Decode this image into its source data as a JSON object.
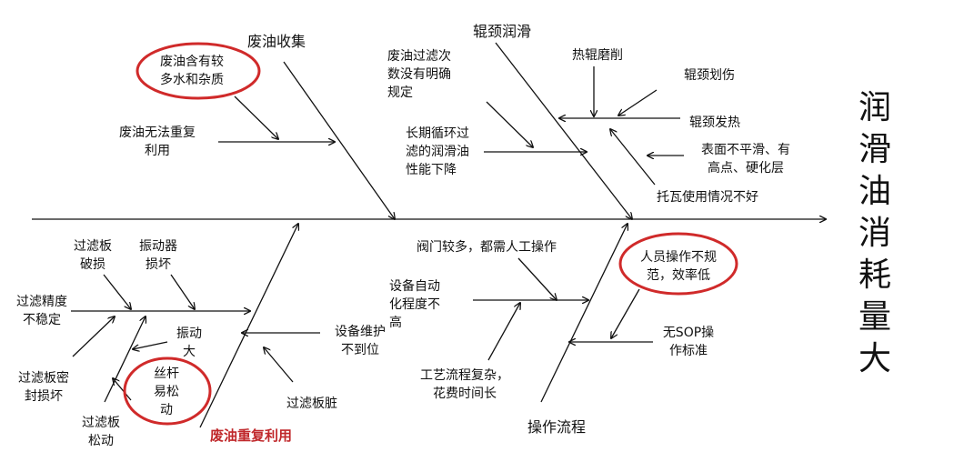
{
  "effect": "润\n滑\n油\n消\n耗\n量\n大",
  "colors": {
    "line": "#111111",
    "highlight_circle": "#d02a2a",
    "highlight_text": "#c0282b"
  },
  "categories": {
    "waste_oil_collection": "废油收集",
    "roll_neck_lubrication": "辊颈润滑",
    "waste_oil_reuse": "废油重复利用",
    "operation_process": "操作流程"
  },
  "causes": {
    "waste_oil_water_impurities": "废油含有较\n多水和杂质",
    "waste_oil_not_reusable": "废油无法重复\n利用",
    "filter_count_unclear": "废油过滤次\n数没有明确\n规定",
    "long_cycle_degradation": "长期循环过\n滤的润滑油\n性能下降",
    "hot_roll_grinding": "热辊磨削",
    "roll_neck_scratch": "辊颈划伤",
    "roll_neck_heating": "辊颈发热",
    "uneven_surface": "表面不平滑、有\n高点、硬化层",
    "bearing_usage_poor": "托瓦使用情况不好",
    "filter_plate_damaged": "过滤板\n破损",
    "vibrator_damaged": "振动器\n损坏",
    "filter_precision_unstable": "过滤精度\n不稳定",
    "vibration_large": "振动\n大",
    "filter_seal_damaged": "过滤板密\n封损坏",
    "screw_loose": "丝杆\n易松\n动",
    "filter_plate_loose": "过滤板\n松动",
    "maintenance_insufficient": "设备维护\n不到位",
    "filter_plate_dirty": "过滤板脏",
    "many_valves_manual": "阀门较多，都需人工操作",
    "low_automation": "设备自动\n化程度不\n高",
    "complex_process": "工艺流程复杂，\n花费时间长",
    "nonstandard_operation": "人员操作不规\n范，效率低",
    "no_sop": "无SOP操\n作标准"
  }
}
